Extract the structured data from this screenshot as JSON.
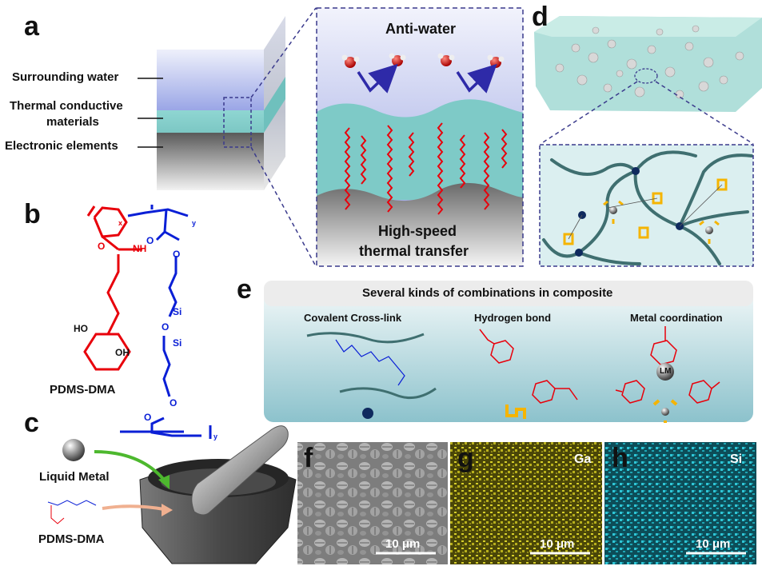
{
  "panels": {
    "a": "a",
    "b": "b",
    "c": "c",
    "d": "d",
    "e": "e",
    "f": "f",
    "g": "g",
    "h": "h"
  },
  "panel_a": {
    "layer1": "Surrounding water",
    "layer2_line1": "Thermal conductive",
    "layer2_line2": "materials",
    "layer3": "Electronic elements"
  },
  "panel_a_zoom": {
    "top_label": "Anti-water",
    "bottom_line1": "High-speed",
    "bottom_line2": "thermal transfer"
  },
  "panel_b": {
    "name": "PDMS-DMA",
    "atoms": {
      "o1": "O",
      "nh": "NH",
      "o2": "O",
      "o3": "O",
      "si1": "Si",
      "o4": "O",
      "si2": "Si",
      "o5": "O",
      "o6": "O",
      "ho": "HO",
      "oh": "OH"
    },
    "subs": {
      "x": "x",
      "y1": "y",
      "y2": "y"
    }
  },
  "panel_c": {
    "liquid_metal": "Liquid Metal",
    "pdms_dma": "PDMS-DMA"
  },
  "panel_e": {
    "title": "Several kinds of combinations in composite",
    "col1": "Covalent Cross-link",
    "col2": "Hydrogen bond",
    "col3": "Metal coordination",
    "lm": "LM"
  },
  "panel_fgh": {
    "g_element": "Ga",
    "h_element": "Si",
    "scale_f": "10 μm",
    "scale_g": "10 μm",
    "scale_h": "10 μm"
  },
  "colors": {
    "water_blue": "#8e9be0",
    "tcm_teal": "#7fcdc9",
    "electronic_gray": "#6e6e6e",
    "polymer_red": "#e8000b",
    "polymer_blue": "#0a1fd6",
    "dashed_frame": "#3a3a8c",
    "network_teal": "#3f6f70",
    "node_navy": "#0f2a5e",
    "hbond_yellow": "#f5b400",
    "eds_yellow": "#c8c01a",
    "eds_cyan": "#1bb0c0"
  },
  "icons": [
    "water-molecule-icon",
    "wavy-heat-arrow-icon",
    "mortar-icon",
    "pestle-icon",
    "liquid-metal-sphere-icon"
  ]
}
